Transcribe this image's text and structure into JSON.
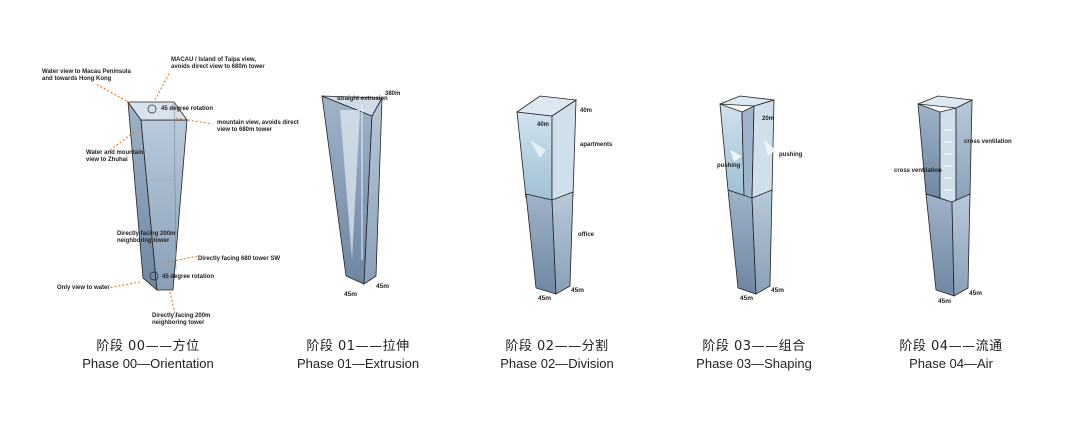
{
  "phases": [
    {
      "cn": "阶段 00——方位",
      "en": "Phase 00—Orientation"
    },
    {
      "cn": "阶段 01——拉伸",
      "en": "Phase 01—Extrusion"
    },
    {
      "cn": "阶段 02——分割",
      "en": "Phase 02—Division"
    },
    {
      "cn": "阶段 03——组合",
      "en": "Phase 03—Shaping"
    },
    {
      "cn": "阶段 04——流通",
      "en": "Phase 04—Air"
    }
  ],
  "p0": {
    "macau": [
      "MACAU / Island of Taipa view,",
      "avoids direct view to 680m tower"
    ],
    "water_macau": [
      "Water view to Macau Peninsula",
      "and towards Hong Kong"
    ],
    "rot_top": "45 degree rotation",
    "mountain": [
      "mountain view, avoids direct",
      "view to 680m tower"
    ],
    "water_zhuhai": [
      "Water and mountain",
      "view to Zhuhai"
    ],
    "facing_200_top": [
      "Directly facing 200m",
      "neighboring tower"
    ],
    "facing_680": "Directly facing 680 tower SW",
    "rot_bottom": "45 degree rotation",
    "only_water": "Only view to water",
    "facing_200_bottom": [
      "Directly facing 200m",
      "neighboring tower"
    ]
  },
  "p1": {
    "extrusion": "straight extrusion",
    "height": "380m",
    "dim_a": "45m",
    "dim_b": "45m"
  },
  "p2": {
    "top": "40m",
    "apartments": "apartments",
    "office": "office",
    "dim_a": "45m",
    "dim_b": "45m",
    "inner": "40m"
  },
  "p3": {
    "top": "20m",
    "pushing_left": "pushing",
    "pushing_right": "pushing",
    "dim_a": "45m",
    "dim_b": "45m"
  },
  "p4": {
    "cross_right": "cross ventilation",
    "cross_left": "cross ventilation",
    "dim_a": "45m",
    "dim_b": "45m"
  }
}
